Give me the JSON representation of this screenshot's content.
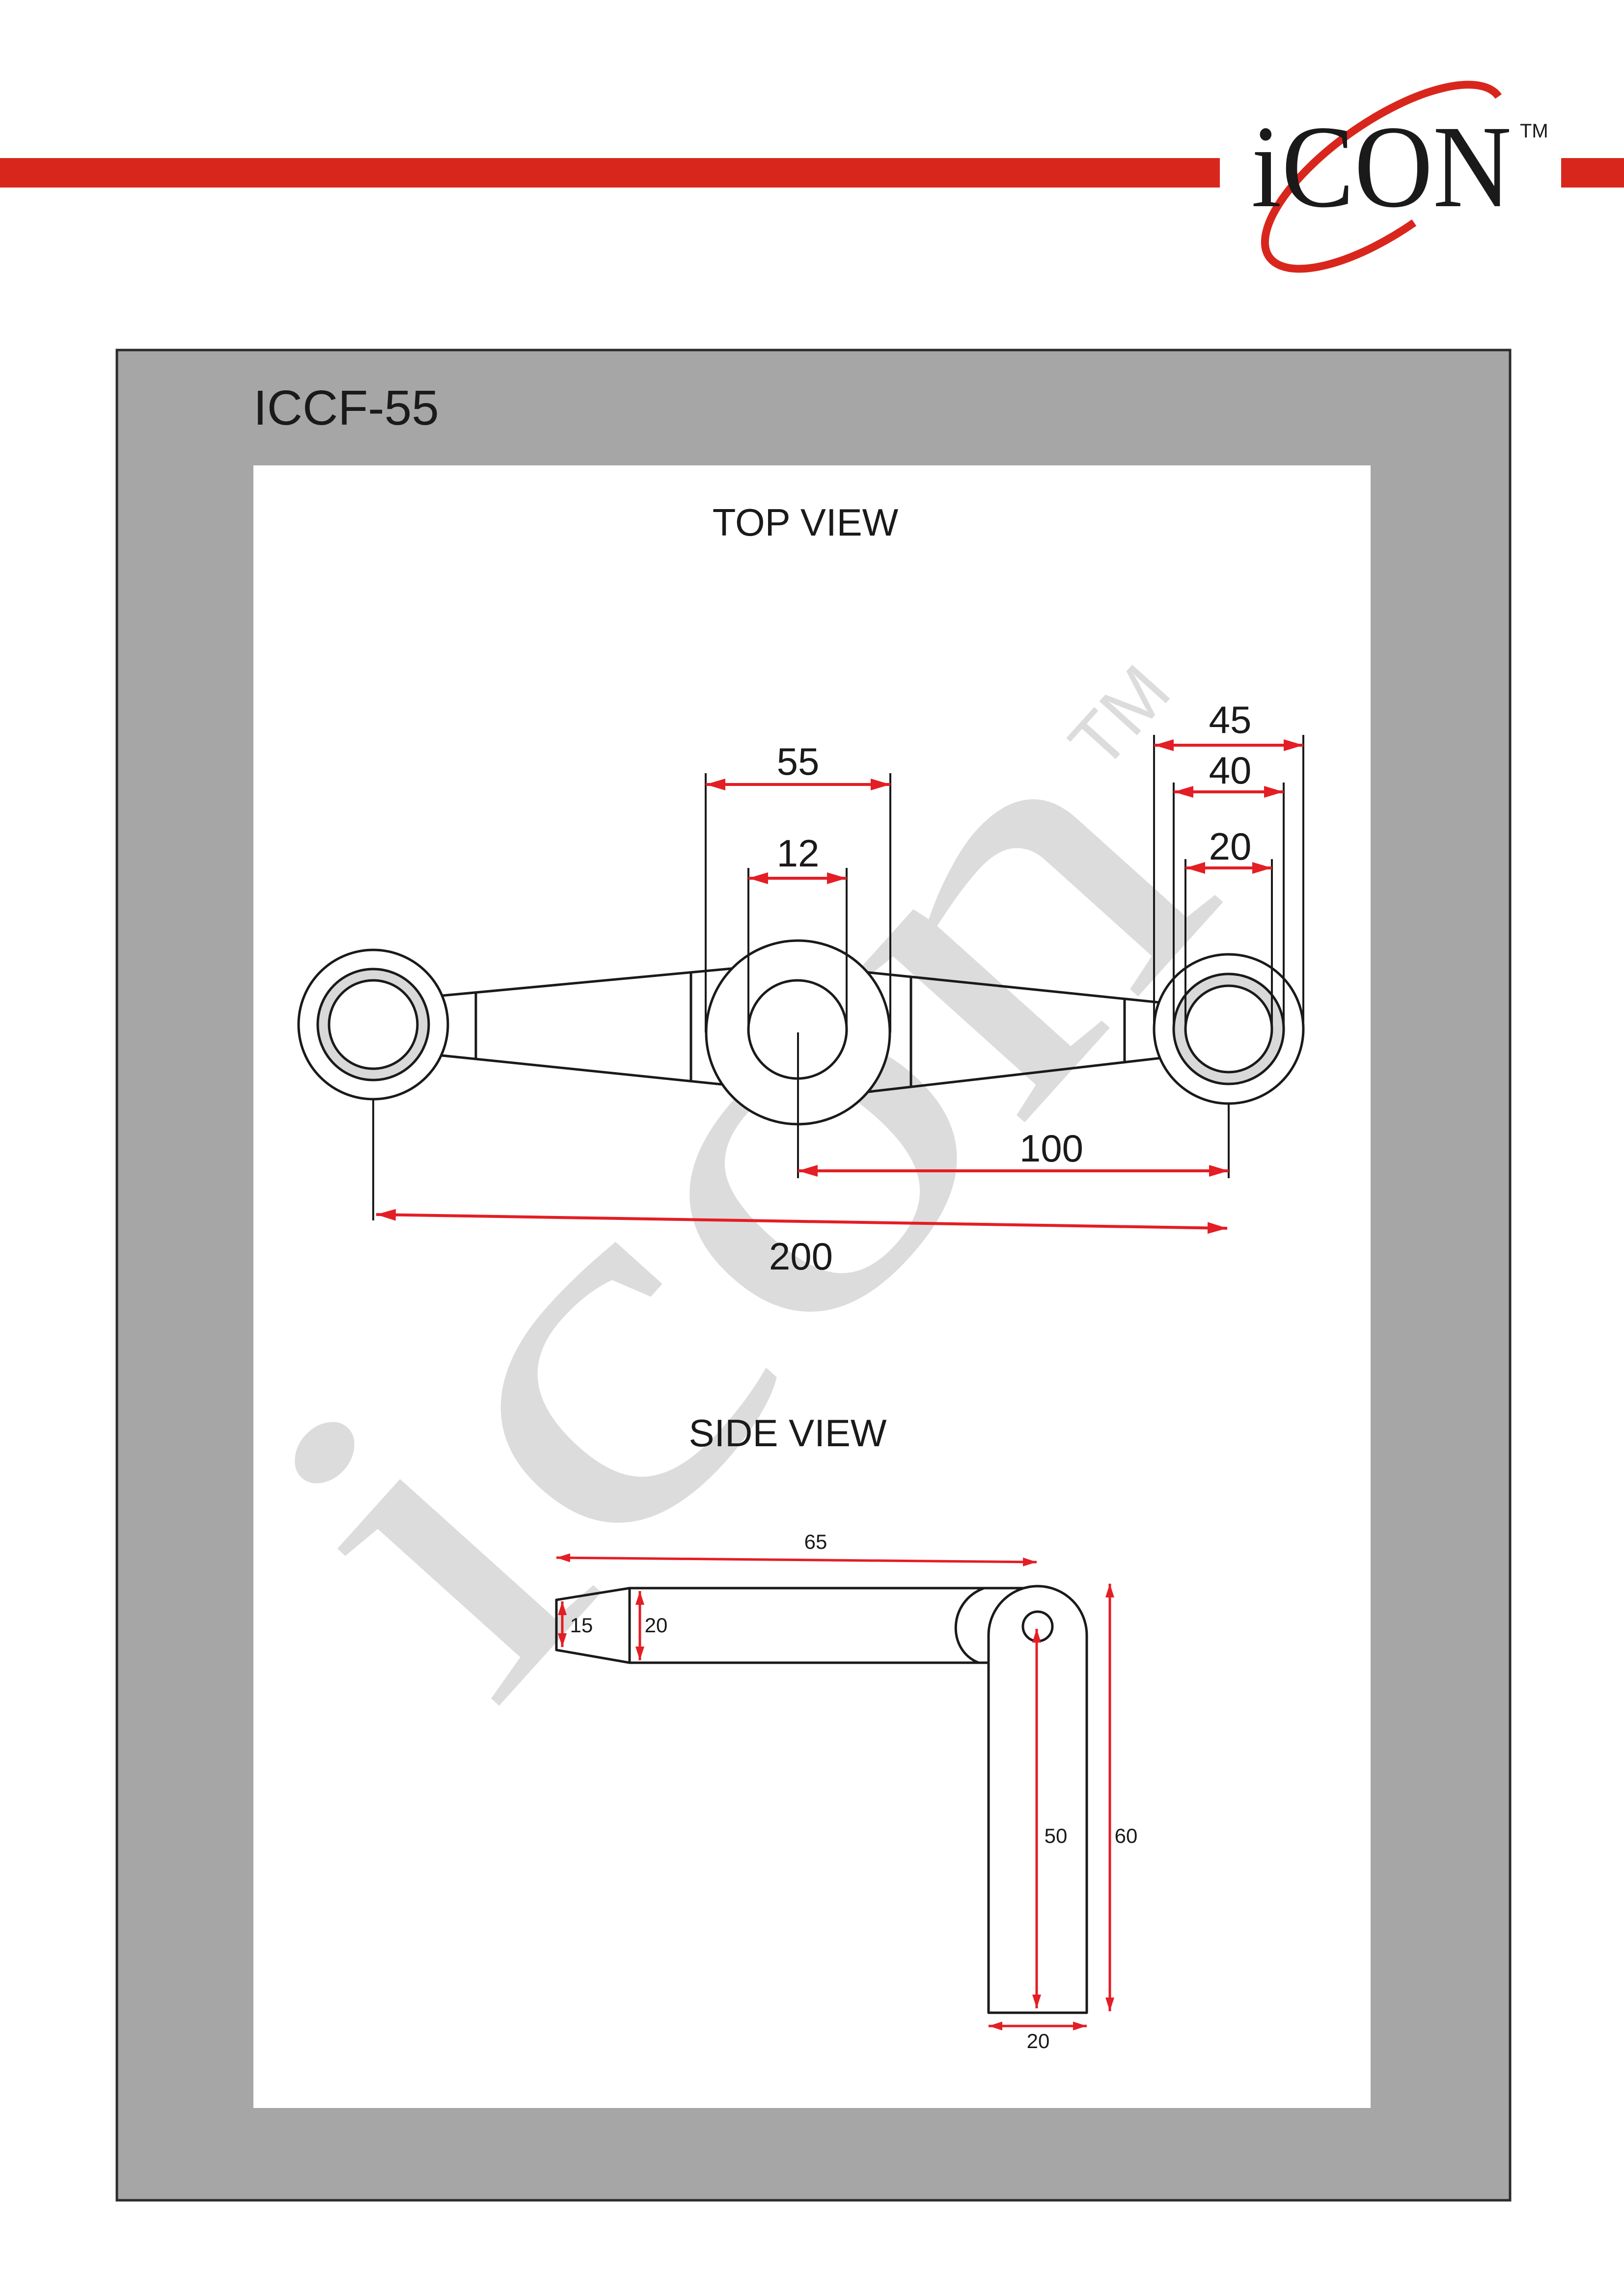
{
  "header": {
    "logo_text": "iCON",
    "logo_tm": "TM"
  },
  "sheet": {
    "title": "ICCF-55"
  },
  "watermark": {
    "text": "icon",
    "tm": "TM"
  },
  "top_view": {
    "label": "TOP VIEW",
    "dimensions": {
      "end_outer": "45",
      "end_ring": "40",
      "end_bore": "20",
      "center_body": "55",
      "center_bore": "12",
      "center_to_end": "100",
      "overall": "200"
    }
  },
  "side_view": {
    "label": "SIDE VIEW",
    "dimensions": {
      "arm_length": "65",
      "tip_height": "15",
      "arm_height": "20",
      "to_hole": "50",
      "total_height": "60",
      "width": "20"
    }
  },
  "colors": {
    "brand": "#d9261c",
    "dimension": "#e31e24",
    "frame": "#a6a6a6",
    "ring": "#d9d9d9",
    "watermark": "#dcdcdc",
    "ink": "#1a1a1a"
  }
}
